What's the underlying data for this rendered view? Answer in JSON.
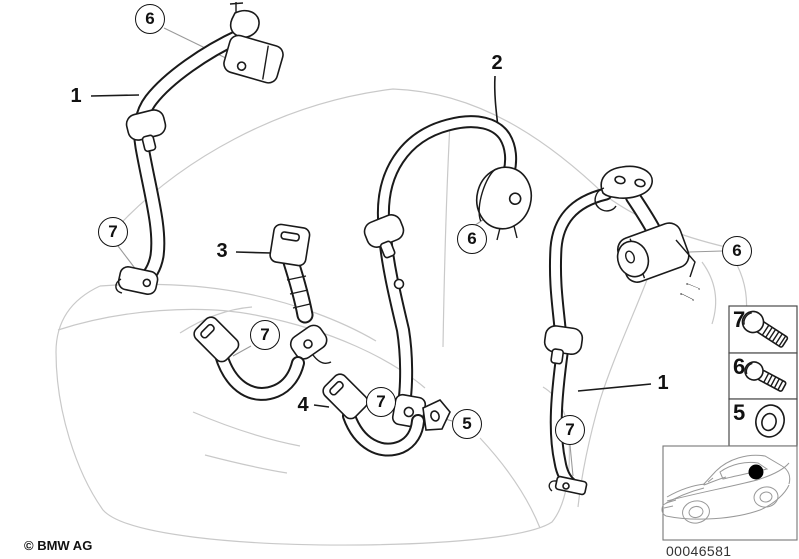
{
  "figure": {
    "copyright": "© BMW AG",
    "diagram_number": "00046581"
  },
  "callouts": [
    {
      "id": "callout-6-topleft",
      "label": "6"
    },
    {
      "id": "callout-7-left",
      "label": "7"
    },
    {
      "id": "callout-7-midleft",
      "label": "7"
    },
    {
      "id": "callout-6-center",
      "label": "6"
    },
    {
      "id": "callout-7-bottom",
      "label": "7"
    },
    {
      "id": "callout-5-bottom",
      "label": "5"
    },
    {
      "id": "callout-7-right",
      "label": "7"
    },
    {
      "id": "callout-6-right",
      "label": "6"
    }
  ],
  "part_labels": [
    {
      "id": "part-1-left",
      "label": "1"
    },
    {
      "id": "part-2",
      "label": "2"
    },
    {
      "id": "part-3",
      "label": "3"
    },
    {
      "id": "part-4",
      "label": "4"
    },
    {
      "id": "part-1-right",
      "label": "1"
    }
  ],
  "fastener_legend": [
    {
      "label": "7",
      "icon": "bolt-large-icon"
    },
    {
      "label": "6",
      "icon": "bolt-small-icon"
    },
    {
      "label": "5",
      "icon": "washer-icon"
    }
  ],
  "colors": {
    "part_line": "#1a1a1a",
    "seat_outline": "#c9c9c9",
    "leader_line": "#9a9a9a",
    "legend_border": "#4a4a4a",
    "car_line": "#999999",
    "location_dot": "#000000"
  }
}
